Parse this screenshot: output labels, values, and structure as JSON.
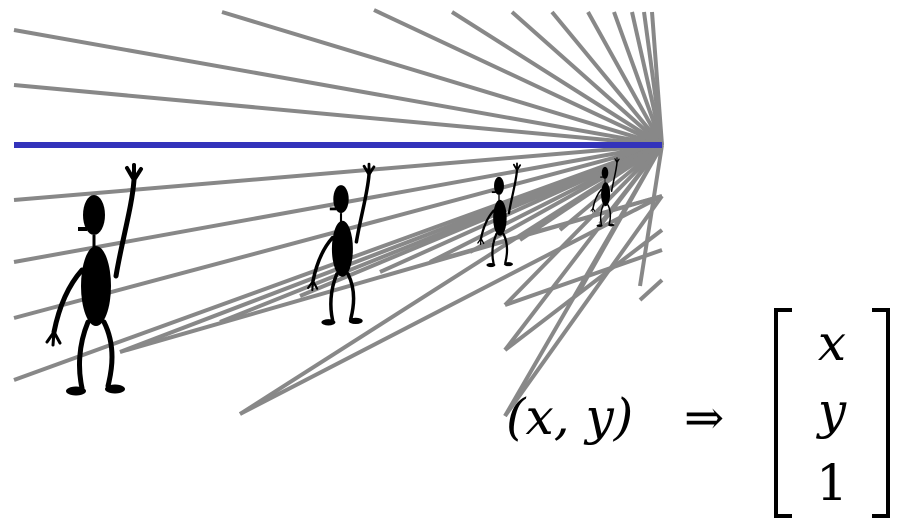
{
  "colors": {
    "background": "#ffffff",
    "perspective_lines": "#888888",
    "horizon_line": "#3333bb",
    "figures": "#000000",
    "text": "#000000"
  },
  "figures": [
    {
      "depth": "near"
    },
    {
      "depth": "mid"
    },
    {
      "depth": "far"
    },
    {
      "depth": "farthest"
    }
  ],
  "equation": {
    "lhs": "(x, y)",
    "arrow": "⇒",
    "vector": [
      "x",
      "y",
      "1"
    ]
  }
}
